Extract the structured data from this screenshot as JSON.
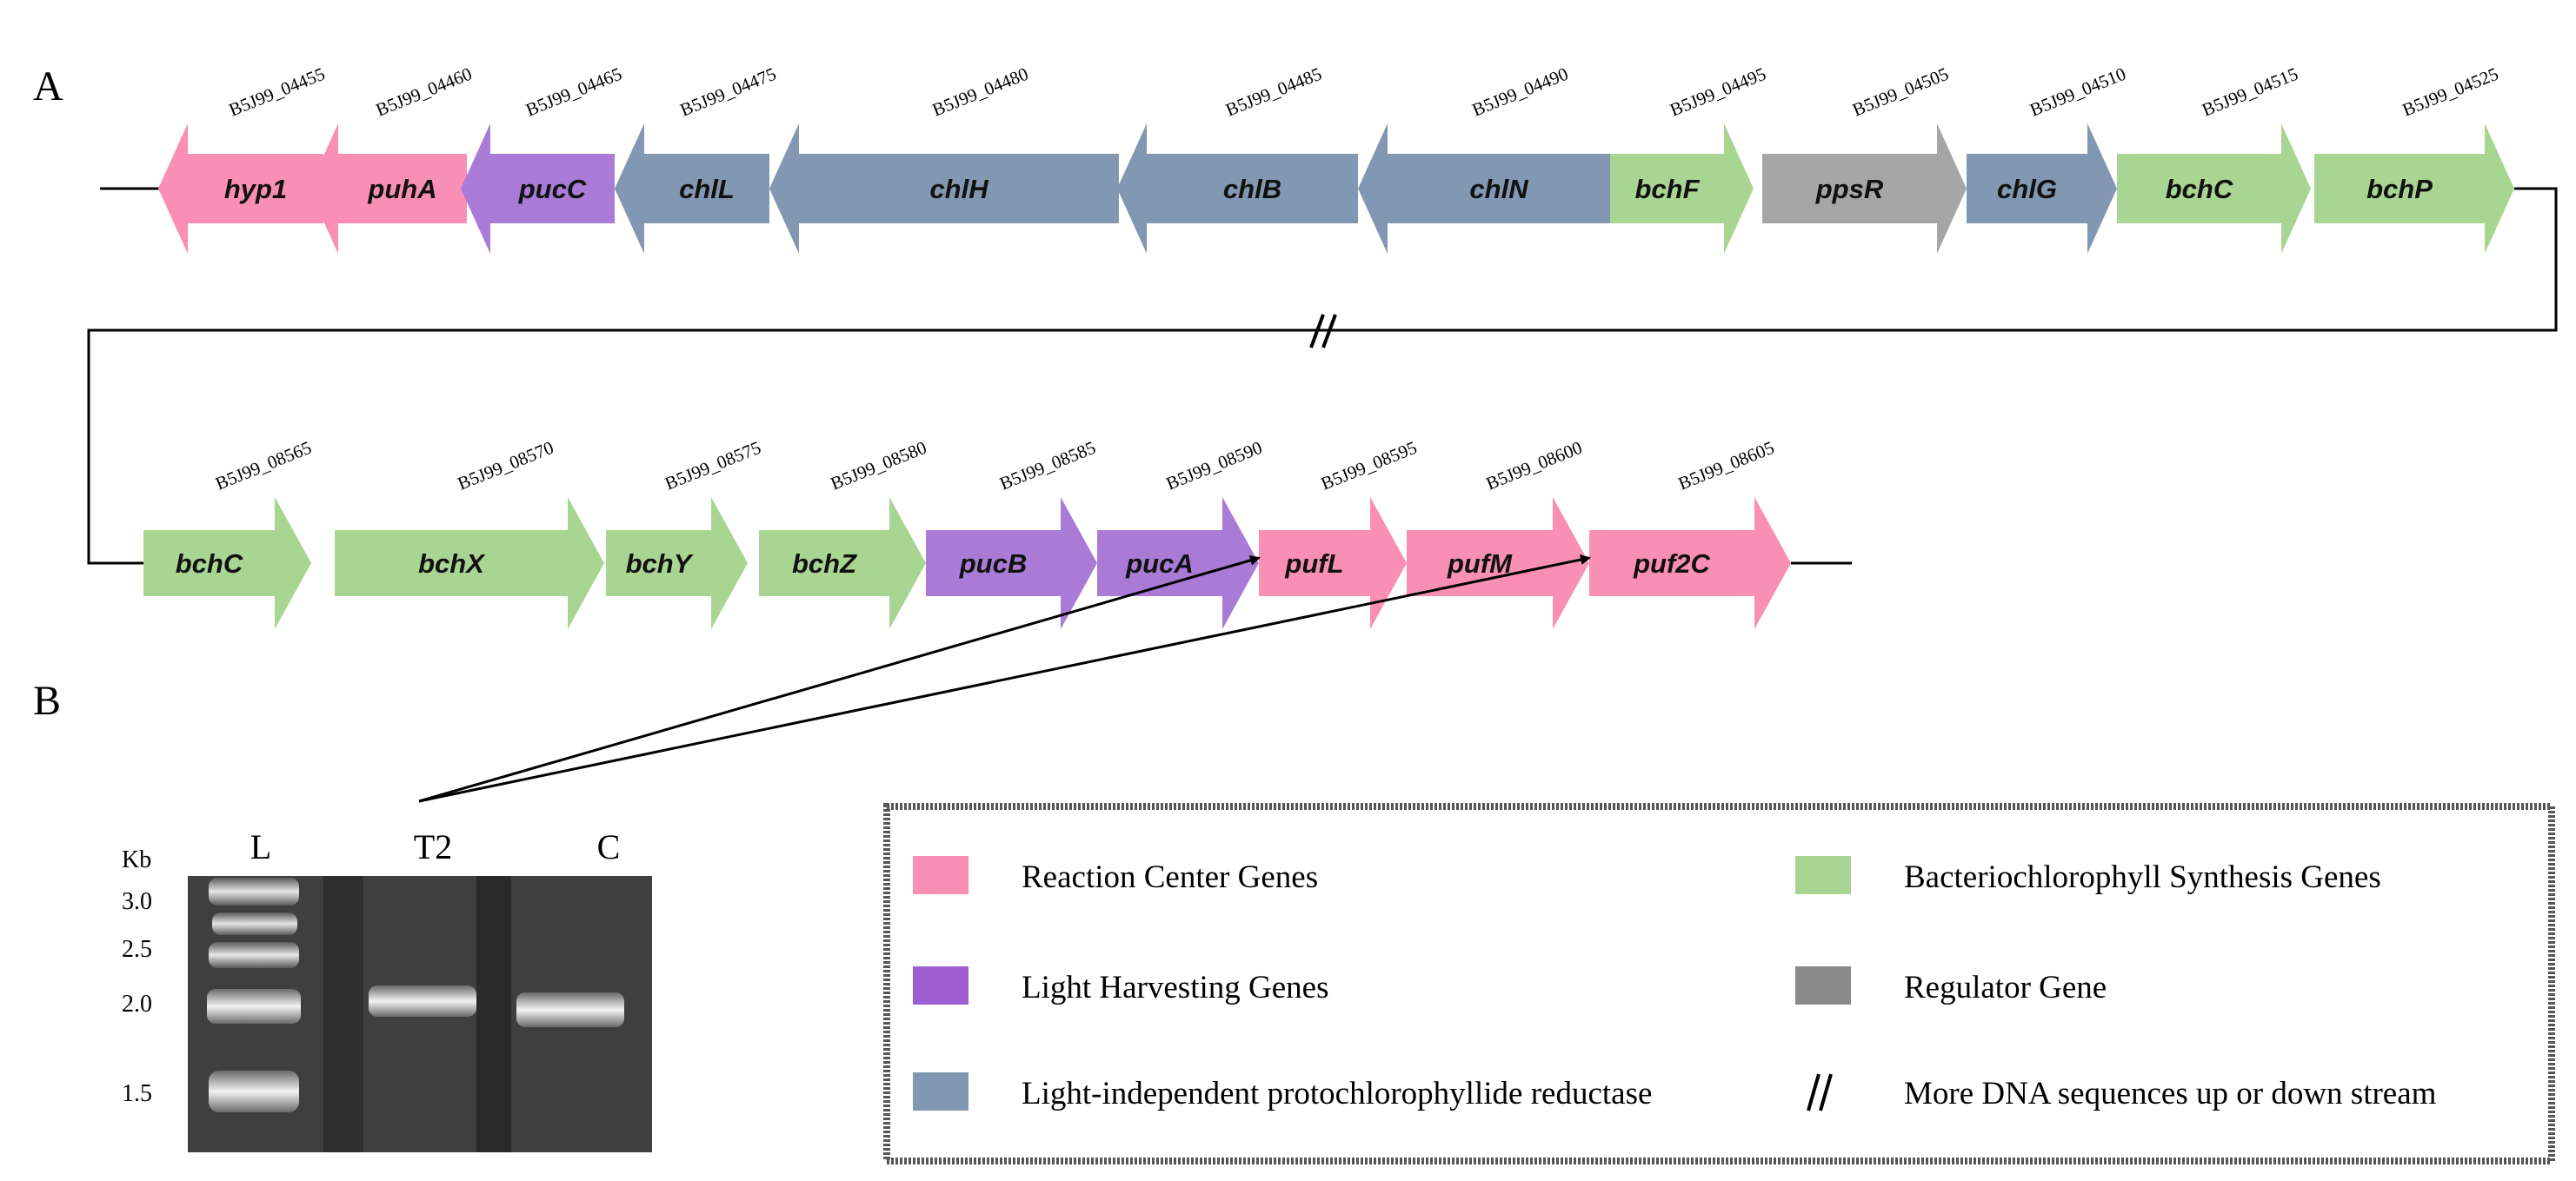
{
  "panels": {
    "a": "A",
    "b": "B"
  },
  "colors": {
    "reaction_center": "#f98fb4",
    "light_harvesting": "#a97ad6",
    "protochlorophyllide": "#8297b1",
    "bacteriochlorophyll": "#a8d591",
    "regulator": "#a6a6a6"
  },
  "row1": [
    {
      "name": "hyp1",
      "locus": "B5J99_04455",
      "cat": "reaction_center"
    },
    {
      "name": "puhA",
      "locus": "B5J99_04460",
      "cat": "reaction_center"
    },
    {
      "name": "pucC",
      "locus": "B5J99_04465",
      "cat": "light_harvesting"
    },
    {
      "name": "chlL",
      "locus": "B5J99_04475",
      "cat": "protochlorophyllide"
    },
    {
      "name": "chlH",
      "locus": "B5J99_04480",
      "cat": "protochlorophyllide"
    },
    {
      "name": "chlB",
      "locus": "B5J99_04485",
      "cat": "protochlorophyllide"
    },
    {
      "name": "chlN",
      "locus": "B5J99_04490",
      "cat": "protochlorophyllide"
    },
    {
      "name": "bchF",
      "locus": "B5J99_04495",
      "cat": "bacteriochlorophyll"
    },
    {
      "name": "ppsR",
      "locus": "B5J99_04505",
      "cat": "regulator"
    },
    {
      "name": "chlG",
      "locus": "B5J99_04510",
      "cat": "protochlorophyllide"
    },
    {
      "name": "bchC",
      "locus": "B5J99_04515",
      "cat": "bacteriochlorophyll"
    },
    {
      "name": "bchP",
      "locus": "B5J99_04525",
      "cat": "bacteriochlorophyll"
    }
  ],
  "row2": [
    {
      "name": "bchC",
      "locus": "B5J99_08565",
      "cat": "bacteriochlorophyll"
    },
    {
      "name": "bchX",
      "locus": "B5J99_08570",
      "cat": "bacteriochlorophyll"
    },
    {
      "name": "bchY",
      "locus": "B5J99_08575",
      "cat": "bacteriochlorophyll"
    },
    {
      "name": "bchZ",
      "locus": "B5J99_08580",
      "cat": "bacteriochlorophyll"
    },
    {
      "name": "pucB",
      "locus": "B5J99_08585",
      "cat": "light_harvesting"
    },
    {
      "name": "pucA",
      "locus": "B5J99_08590",
      "cat": "light_harvesting"
    },
    {
      "name": "pufL",
      "locus": "B5J99_08595",
      "cat": "reaction_center"
    },
    {
      "name": "pufM",
      "locus": "B5J99_08600",
      "cat": "reaction_center"
    },
    {
      "name": "puf2C",
      "locus": "B5J99_08605",
      "cat": "reaction_center"
    }
  ],
  "gel": {
    "unit": "Kb",
    "lanes": [
      "L",
      "T2",
      "C"
    ],
    "markers": [
      "3.0",
      "2.5",
      "2.0",
      "1.5"
    ]
  },
  "legend": {
    "reaction_center": "Reaction Center Genes",
    "light_harvesting": "Light Harvesting Genes",
    "protochlorophyllide": "Light-independent protochlorophyllide reductase",
    "bacteriochlorophyll": "Bacteriochlorophyll Synthesis Genes",
    "regulator": "Regulator Gene",
    "more_dna": "More DNA sequences up or down stream"
  }
}
